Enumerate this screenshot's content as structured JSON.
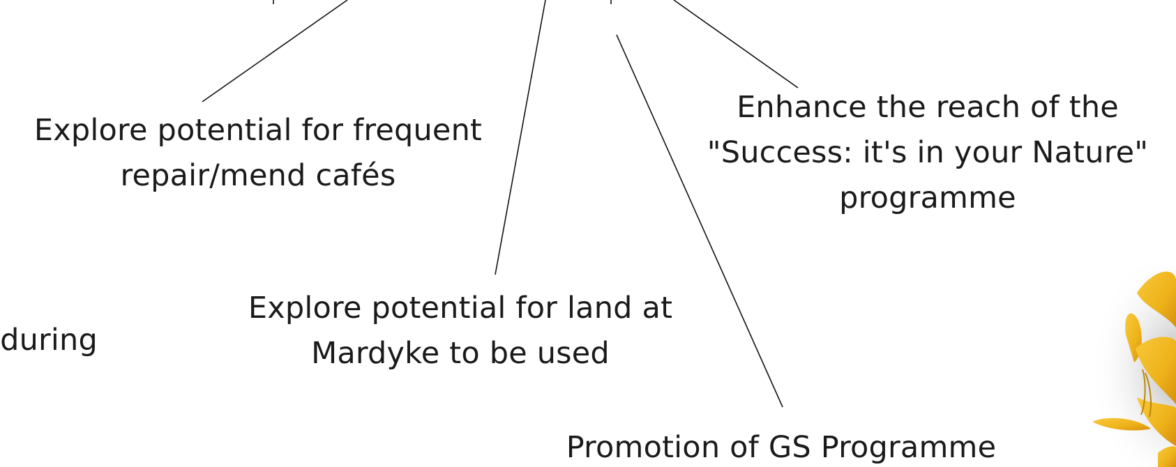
{
  "diagram": {
    "nodes": {
      "repair_cafes": {
        "line1": "Explore potential for frequent",
        "line2": "repair/mend cafés"
      },
      "success_programme": {
        "line1": "Enhance the reach of the",
        "line2": "\"Success: it's in your Nature\"",
        "line3": "programme"
      },
      "mardyke_land": {
        "line1": "Explore potential for land at",
        "line2": "Mardyke to be used"
      },
      "gs_promotion": {
        "line1": "Promotion of GS Programme"
      },
      "partial_left": {
        "line1": "during"
      }
    },
    "colors": {
      "text": "#1a1a1a",
      "connector": "#111111",
      "flower_petal": "#f2b81e",
      "flower_shadow": "#8a8a8a"
    },
    "decoration": {
      "flower_icon": "yellow-flower-image"
    }
  }
}
